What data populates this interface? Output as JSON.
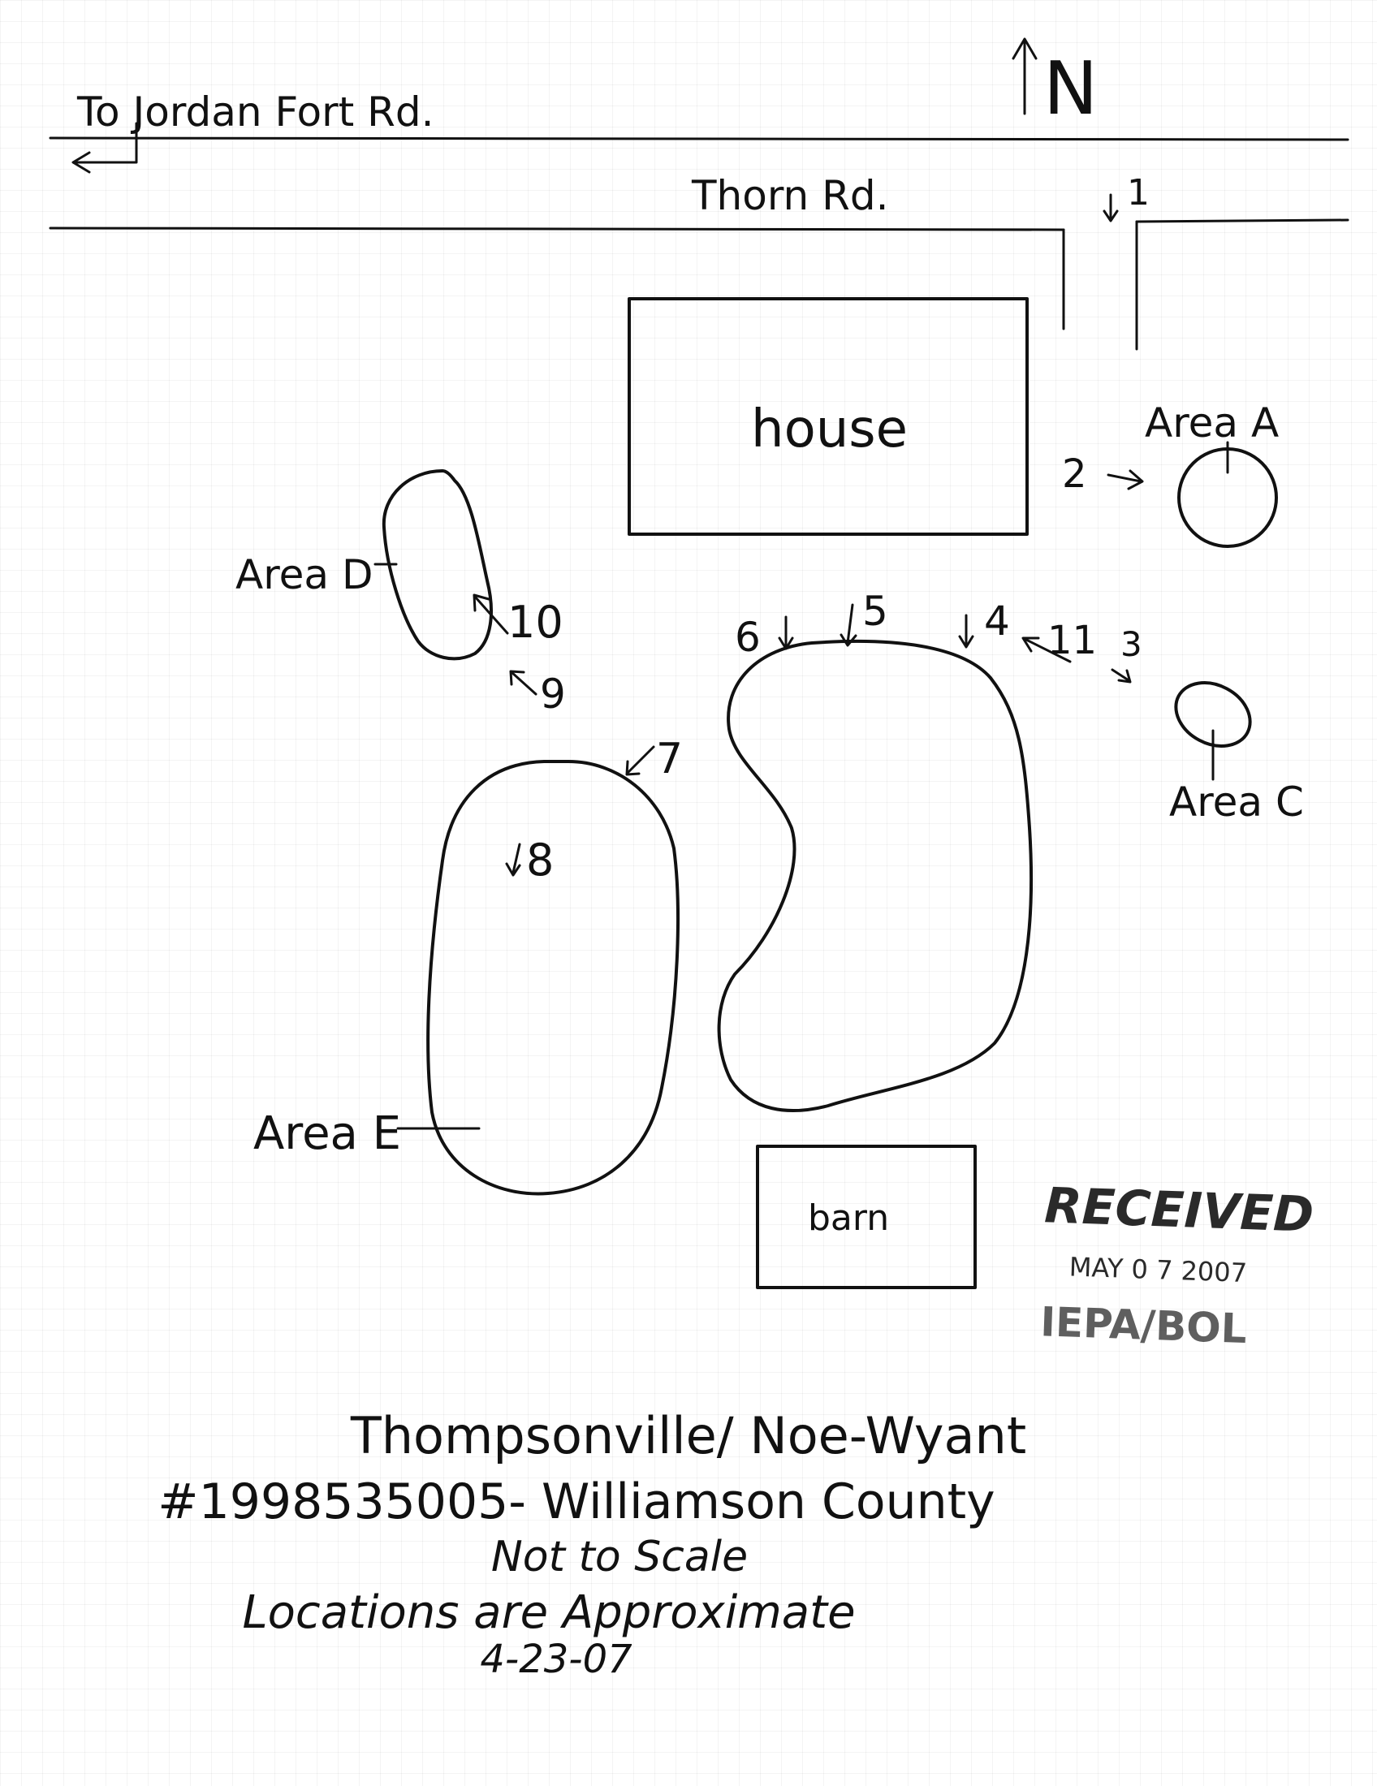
{
  "header": {
    "road_direction_label": "To Jordan Fort Rd.",
    "north_label": "N",
    "road_name": "Thorn Rd."
  },
  "structures": {
    "house": "house",
    "barn": "barn"
  },
  "areas": {
    "a": "Area A",
    "c": "Area C",
    "d": "Area D",
    "e": "Area E"
  },
  "photo_points": [
    "1",
    "2",
    "3",
    "4",
    "5",
    "6",
    "7",
    "8",
    "9",
    "10",
    "11"
  ],
  "stamp": {
    "title": "RECEIVED",
    "date": "MAY 0 7 2007",
    "office": "IEPA/BOL"
  },
  "caption": {
    "line1": "Thompsonville/ Noe-Wyant",
    "line2": "#1998535005- Williamson County",
    "line3": "Not to Scale",
    "line4": "Locations are Approximate",
    "line5": "4-23-07"
  },
  "colors": {
    "ink": "#111111",
    "paper": "#ffffff",
    "stamp": "#2a2a2a"
  }
}
